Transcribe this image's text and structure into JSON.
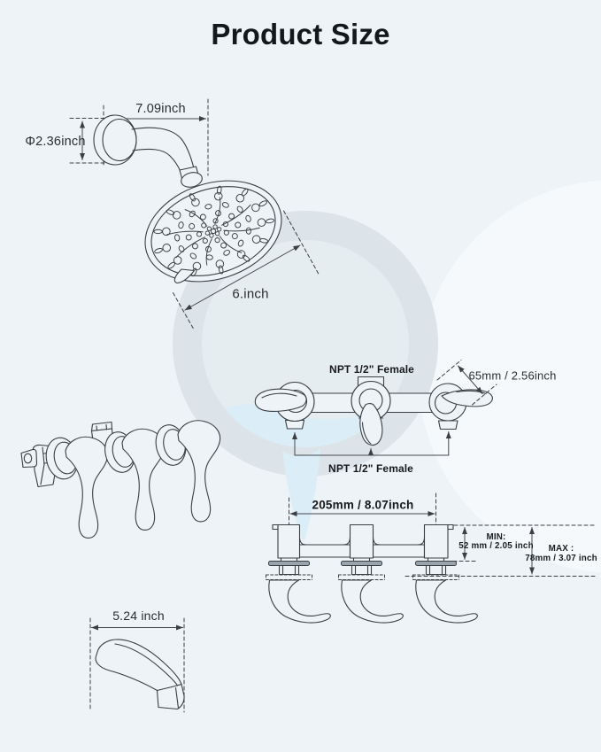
{
  "title": "Product Size",
  "shower_head": {
    "arm_length_label": "7.09inch",
    "flange_diameter_label": "Φ2.36inch",
    "face_diameter_label": "6.inch"
  },
  "valve_front_view": {
    "top_port_label": "NPT 1/2\" Female",
    "bottom_ports_label": "NPT 1/2\" Female",
    "handle_length_label": "65mm / 2.56inch"
  },
  "valve_top_view": {
    "port_spacing_label": "205mm / 8.07inch",
    "wall_thickness_min_title": "MIN:",
    "wall_thickness_min_value": "52 mm / 2.05 inch",
    "wall_thickness_max_title": "MAX :",
    "wall_thickness_max_value": "78mm / 3.07 inch"
  },
  "tub_spout": {
    "length_label": "5.24 inch"
  },
  "colors": {
    "background": "#edf3f6",
    "line": "#3a3f44",
    "text": "#26292d",
    "watermark_gray": "#dce4e9",
    "watermark_inner_gray": "#e6edf1",
    "watermark_blue": "#dbedf6",
    "flange_fill": "#9aa4ad"
  }
}
